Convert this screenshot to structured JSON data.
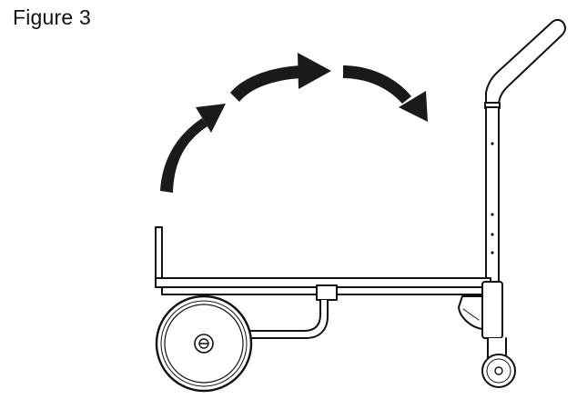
{
  "figure": {
    "label": "Figure 3"
  },
  "colors": {
    "ink": "#111111",
    "arrow": "#1a1a1a",
    "background": "#ffffff"
  },
  "icons": {
    "arrows": "curved-rotation-arrows",
    "object": "convertible-hand-truck"
  }
}
